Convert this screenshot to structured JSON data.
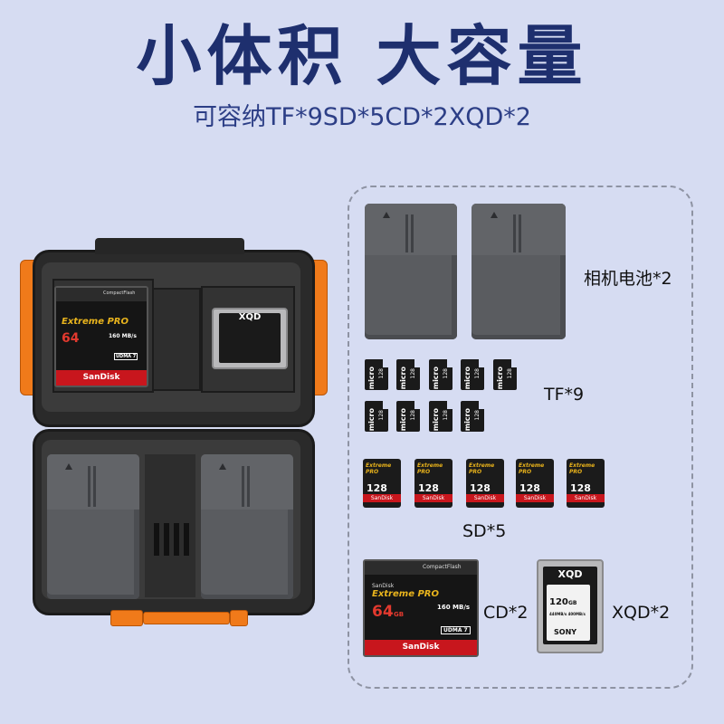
{
  "header": {
    "title": "小体积 大容量",
    "subtitle": "可容纳TF*9SD*5CD*2XQD*2"
  },
  "items": {
    "battery_label": "相机电池*2",
    "tf_label": "TF*9",
    "sd_label": "SD*5",
    "cd_label": "CD*2",
    "xqd_label": "XQD*2"
  },
  "cards": {
    "tf_line1": "micro",
    "tf_cap": "128",
    "sd_brand": "Extreme PRO",
    "sd_cap": "128",
    "sd_maker": "SanDisk",
    "cf_top": "CompactFlash",
    "cf_sandisk_small": "SanDisk",
    "cf_line": "Extreme PRO",
    "cf_cap": "64",
    "cf_gb": "GB",
    "cf_speed": "160 MB/s",
    "cf_udma": "UDMA 7",
    "cf_maker": "SanDisk",
    "xqd_logo": "XQD",
    "xqd_cap": "120",
    "xqd_gb": "GB",
    "xqd_speed": "440MB/s 400MB/s",
    "xqd_maker": "SONY"
  },
  "colors": {
    "background": "#d6dcf2",
    "title": "#1e2f6e",
    "hinge_orange": "#f07a1a",
    "sandisk_red": "#c8161d",
    "extreme_gold": "#e9b41d"
  }
}
